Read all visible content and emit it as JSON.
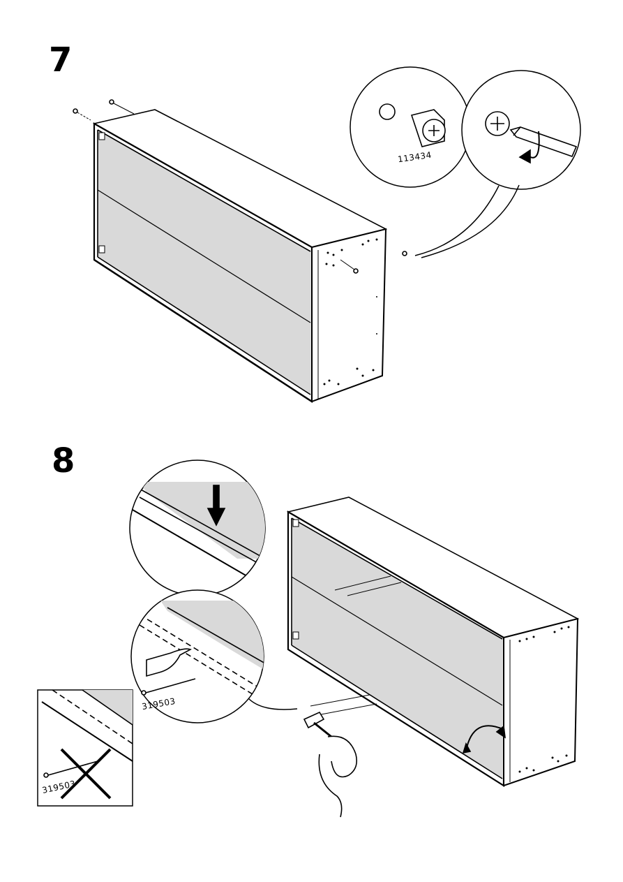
{
  "steps": [
    {
      "number": "7"
    },
    {
      "number": "8"
    }
  ],
  "parts": {
    "cam_lock_code": "113434",
    "nail_code": "319503",
    "nail_code_wrong": "319503"
  },
  "colors": {
    "panel_fill": "#d9d9d9",
    "line": "#000000",
    "background": "#ffffff"
  },
  "icons": [
    "cam-lock-icon",
    "screwdriver-icon",
    "rotation-arrow-icon",
    "down-arrow-icon",
    "pointing-hand-icon",
    "nail-icon",
    "hammer-icon",
    "cross-mark-icon"
  ]
}
